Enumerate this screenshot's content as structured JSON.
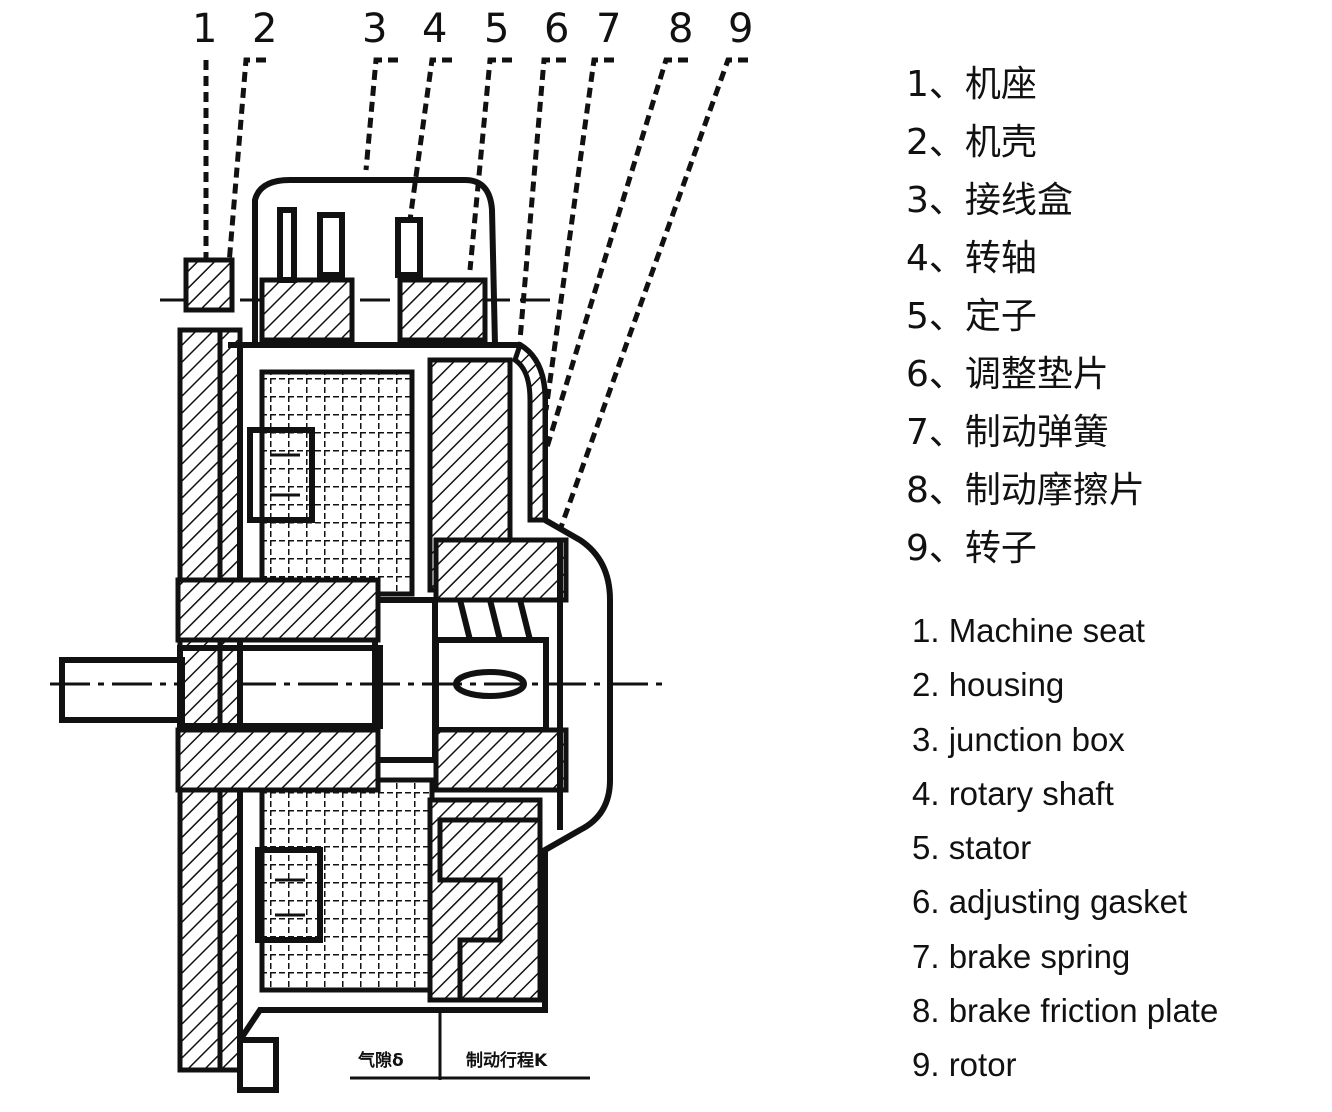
{
  "diagram": {
    "callout_numbers": [
      "1",
      "2",
      "3",
      "4",
      "5",
      "6",
      "7",
      "8",
      "9"
    ],
    "bottom_captions": [
      "气隙δ",
      "制动行程K"
    ]
  },
  "legend_cn": [
    "1、机座",
    "2、机壳",
    "3、接线盒",
    "4、转轴",
    "5、定子",
    "6、调整垫片",
    "7、制动弹簧",
    "8、制动摩擦片",
    "9、转子"
  ],
  "legend_en": [
    "1. Machine seat",
    "2. housing",
    "3. junction box",
    "4. rotary shaft",
    "5. stator",
    "6. adjusting gasket",
    "7. brake spring",
    "8. brake friction plate",
    "9. rotor"
  ]
}
